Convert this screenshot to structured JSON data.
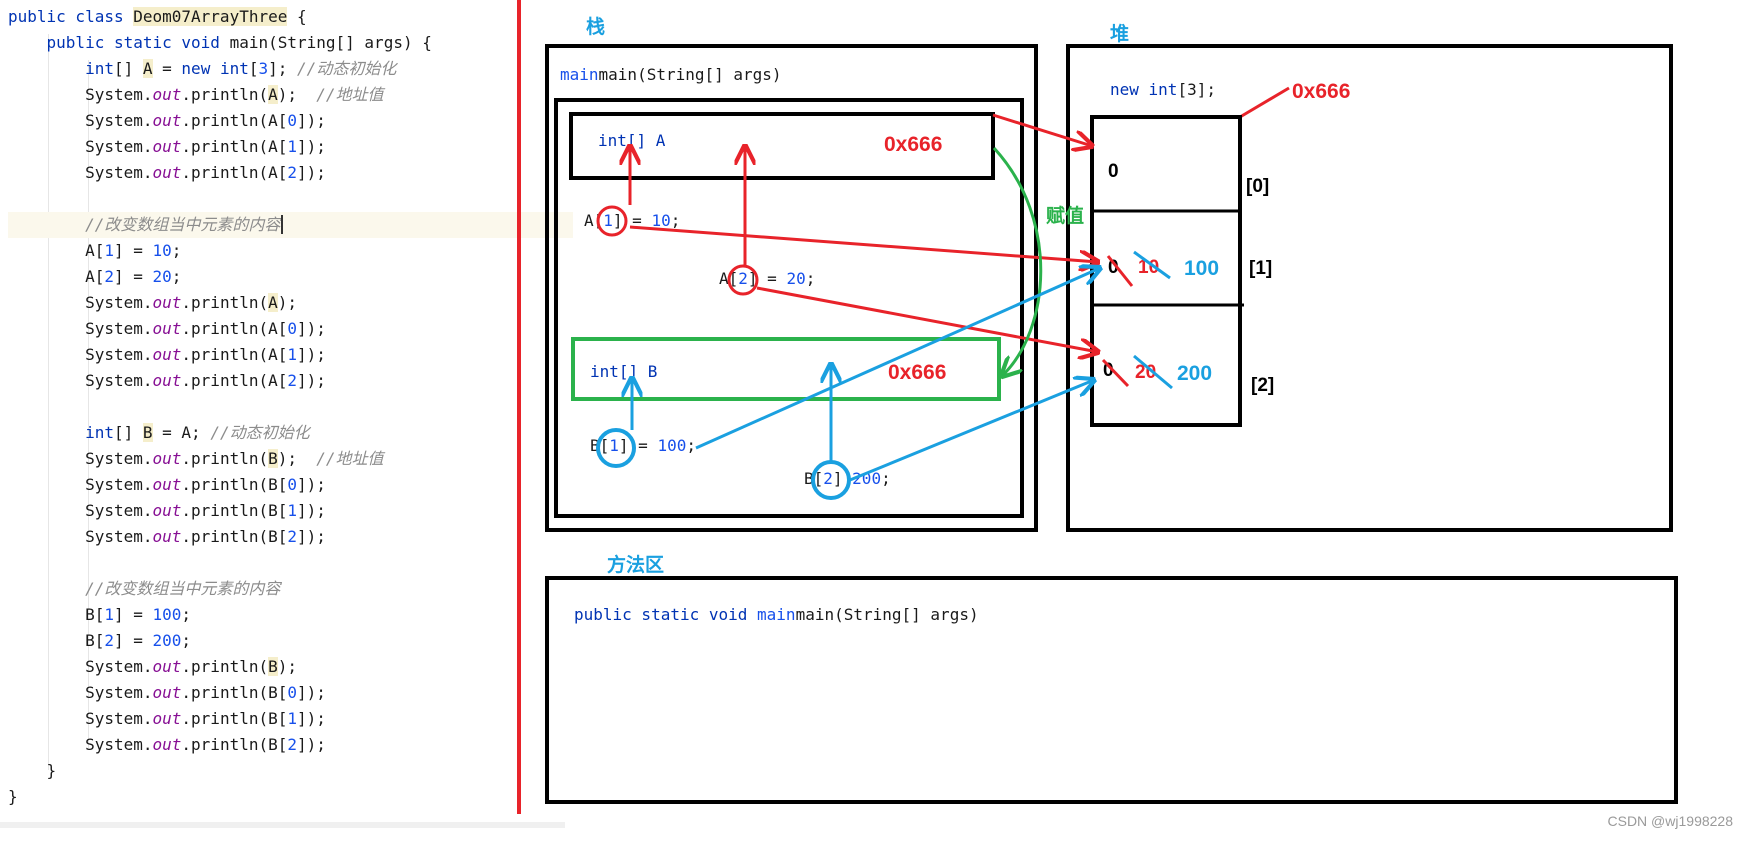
{
  "code": {
    "lines": [
      [
        [
          "kw",
          "public class "
        ],
        [
          "id",
          "Deom07ArrayThree"
        ],
        [
          "pl",
          " {"
        ]
      ],
      [
        [
          "kw",
          "    public static void "
        ],
        [
          "pl",
          "main(String[] args) {"
        ]
      ],
      [
        [
          "kw",
          "        int"
        ],
        [
          "pl",
          "[] "
        ],
        [
          "id",
          "A"
        ],
        [
          "pl",
          " = "
        ],
        [
          "kw",
          "new int"
        ],
        [
          "pl",
          "["
        ],
        [
          "num",
          "3"
        ],
        [
          "pl",
          "]; "
        ],
        [
          "cm",
          "//动态初始化"
        ]
      ],
      [
        [
          "pl",
          "        System."
        ],
        [
          "out",
          "out"
        ],
        [
          "pl",
          ".println("
        ],
        [
          "id",
          "A"
        ],
        [
          "pl",
          ");  "
        ],
        [
          "cm",
          "//地址值"
        ]
      ],
      [
        [
          "pl",
          "        System."
        ],
        [
          "out",
          "out"
        ],
        [
          "pl",
          ".println(A["
        ],
        [
          "num",
          "0"
        ],
        [
          "pl",
          "]);"
        ]
      ],
      [
        [
          "pl",
          "        System."
        ],
        [
          "out",
          "out"
        ],
        [
          "pl",
          ".println(A["
        ],
        [
          "num",
          "1"
        ],
        [
          "pl",
          "]);"
        ]
      ],
      [
        [
          "pl",
          "        System."
        ],
        [
          "out",
          "out"
        ],
        [
          "pl",
          ".println(A["
        ],
        [
          "num",
          "2"
        ],
        [
          "pl",
          "]);"
        ]
      ],
      [],
      [
        [
          "cm",
          "        //改变数组当中元素的内容"
        ],
        [
          "caret",
          ""
        ]
      ],
      [
        [
          "pl",
          "        A["
        ],
        [
          "num",
          "1"
        ],
        [
          "pl",
          "] = "
        ],
        [
          "num",
          "10"
        ],
        [
          "pl",
          ";"
        ]
      ],
      [
        [
          "pl",
          "        A["
        ],
        [
          "num",
          "2"
        ],
        [
          "pl",
          "] = "
        ],
        [
          "num",
          "20"
        ],
        [
          "pl",
          ";"
        ]
      ],
      [
        [
          "pl",
          "        System."
        ],
        [
          "out",
          "out"
        ],
        [
          "pl",
          ".println("
        ],
        [
          "id",
          "A"
        ],
        [
          "pl",
          ");"
        ]
      ],
      [
        [
          "pl",
          "        System."
        ],
        [
          "out",
          "out"
        ],
        [
          "pl",
          ".println(A["
        ],
        [
          "num",
          "0"
        ],
        [
          "pl",
          "]);"
        ]
      ],
      [
        [
          "pl",
          "        System."
        ],
        [
          "out",
          "out"
        ],
        [
          "pl",
          ".println(A["
        ],
        [
          "num",
          "1"
        ],
        [
          "pl",
          "]);"
        ]
      ],
      [
        [
          "pl",
          "        System."
        ],
        [
          "out",
          "out"
        ],
        [
          "pl",
          ".println(A["
        ],
        [
          "num",
          "2"
        ],
        [
          "pl",
          "]);"
        ]
      ],
      [],
      [
        [
          "kw",
          "        int"
        ],
        [
          "pl",
          "[] "
        ],
        [
          "id",
          "B"
        ],
        [
          "pl",
          " = A; "
        ],
        [
          "cm",
          "//动态初始化"
        ]
      ],
      [
        [
          "pl",
          "        System."
        ],
        [
          "out",
          "out"
        ],
        [
          "pl",
          ".println("
        ],
        [
          "id",
          "B"
        ],
        [
          "pl",
          ");  "
        ],
        [
          "cm",
          "//地址值"
        ]
      ],
      [
        [
          "pl",
          "        System."
        ],
        [
          "out",
          "out"
        ],
        [
          "pl",
          ".println(B["
        ],
        [
          "num",
          "0"
        ],
        [
          "pl",
          "]);"
        ]
      ],
      [
        [
          "pl",
          "        System."
        ],
        [
          "out",
          "out"
        ],
        [
          "pl",
          ".println(B["
        ],
        [
          "num",
          "1"
        ],
        [
          "pl",
          "]);"
        ]
      ],
      [
        [
          "pl",
          "        System."
        ],
        [
          "out",
          "out"
        ],
        [
          "pl",
          ".println(B["
        ],
        [
          "num",
          "2"
        ],
        [
          "pl",
          "]);"
        ]
      ],
      [],
      [
        [
          "cm",
          "        //改变数组当中元素的内容"
        ]
      ],
      [
        [
          "pl",
          "        B["
        ],
        [
          "num",
          "1"
        ],
        [
          "pl",
          "] = "
        ],
        [
          "num",
          "100"
        ],
        [
          "pl",
          ";"
        ]
      ],
      [
        [
          "pl",
          "        B["
        ],
        [
          "num",
          "2"
        ],
        [
          "pl",
          "] = "
        ],
        [
          "num",
          "200"
        ],
        [
          "pl",
          ";"
        ]
      ],
      [
        [
          "pl",
          "        System."
        ],
        [
          "out",
          "out"
        ],
        [
          "pl",
          ".println("
        ],
        [
          "id",
          "B"
        ],
        [
          "pl",
          ");"
        ]
      ],
      [
        [
          "pl",
          "        System."
        ],
        [
          "out",
          "out"
        ],
        [
          "pl",
          ".println(B["
        ],
        [
          "num",
          "0"
        ],
        [
          "pl",
          "]);"
        ]
      ],
      [
        [
          "pl",
          "        System."
        ],
        [
          "out",
          "out"
        ],
        [
          "pl",
          ".println(B["
        ],
        [
          "num",
          "1"
        ],
        [
          "pl",
          "]);"
        ]
      ],
      [
        [
          "pl",
          "        System."
        ],
        [
          "out",
          "out"
        ],
        [
          "pl",
          ".println(B["
        ],
        [
          "num",
          "2"
        ],
        [
          "pl",
          "]);"
        ]
      ],
      [
        [
          "pl",
          "    }"
        ]
      ],
      [
        [
          "pl",
          "}"
        ]
      ]
    ]
  },
  "diagram": {
    "stack_title": "栈",
    "heap_title": "堆",
    "method_area_title": "方法区",
    "frame_label": "main(String[] args)",
    "var_a_label": "int[] A",
    "var_b_label": "int[] B",
    "address": "0x666",
    "assign_label": "赋值",
    "stmt_a1_pre": "A[",
    "stmt_a1_idx": "1",
    "stmt_a1_post": "] = ",
    "stmt_a1_val": "10",
    "stmt_a2_pre": "A[",
    "stmt_a2_idx": "2",
    "stmt_a2_post": "] = ",
    "stmt_a2_val": "20",
    "stmt_b1_pre": "B[",
    "stmt_b1_idx": "1",
    "stmt_b1_post": "] = ",
    "stmt_b1_val": "100",
    "stmt_b2_pre": "B[",
    "stmt_b2_idx": "2",
    "stmt_b2_post": "] ",
    "stmt_b2_val": "200",
    "heap_new_kw": "new ",
    "heap_new_type": "int",
    "heap_new_rest": "[3];",
    "cells": [
      {
        "index": "[0]",
        "initial": "0",
        "first": "",
        "final": ""
      },
      {
        "index": "[1]",
        "initial": "0",
        "first": "10",
        "final": "100"
      },
      {
        "index": "[2]",
        "initial": "0",
        "first": "20",
        "final": "200"
      }
    ],
    "method_area_kw": "public static void ",
    "method_area_sig": "main(String[] args)"
  },
  "watermark": "CSDN @wj1998228",
  "colors": {
    "red": "#e8232a",
    "blue": "#1aa0e0",
    "green": "#2bb24c",
    "title_blue": "#1aa0e0",
    "keyword": "#0033b3",
    "number": "#1750eb"
  }
}
